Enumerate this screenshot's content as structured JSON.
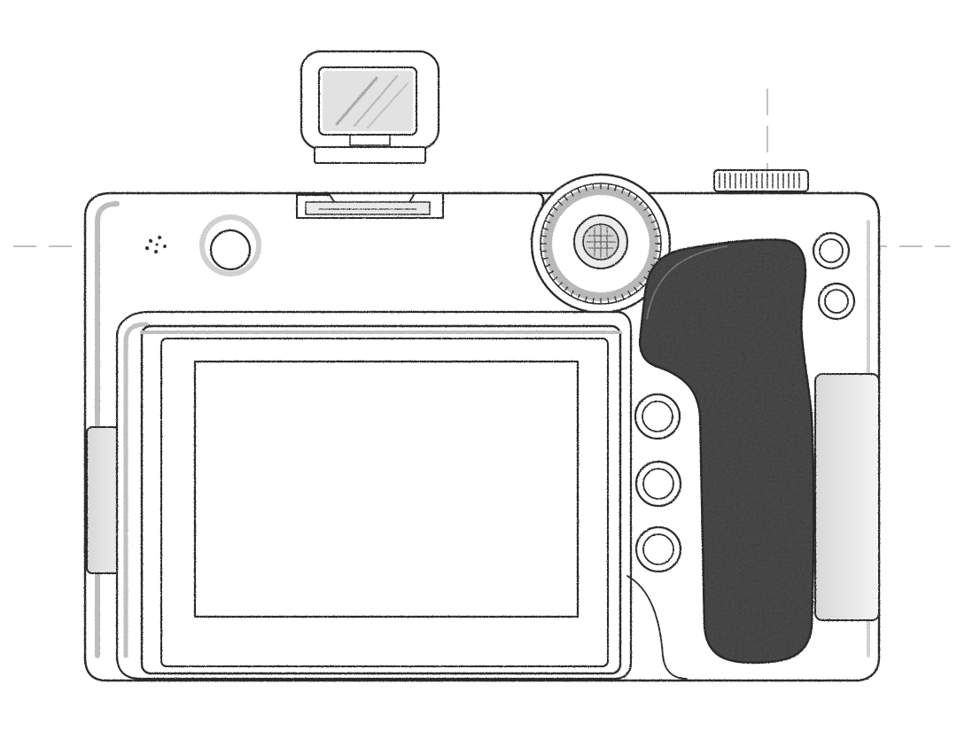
{
  "drawing": {
    "subject": "camera",
    "style": "pencil-sketch",
    "ink_color": "#2b2b2b",
    "shade_color": "#bdbdbd",
    "leather_color": "#4a4a4a",
    "paper_color": "#ffffff",
    "guide_line_color": "#9a9a9a"
  },
  "features": {
    "viewfinder_buttons": 2,
    "side_buttons": 3,
    "top_dial_ticks": 48
  }
}
